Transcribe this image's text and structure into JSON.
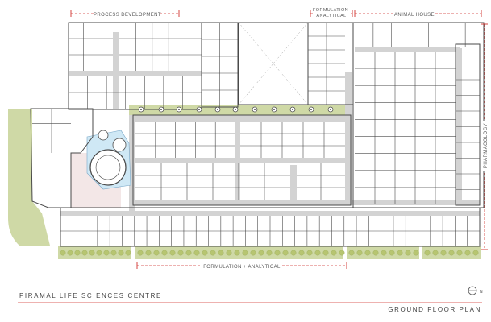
{
  "zones": {
    "process_development": "PROCESS DEVELOPMENT",
    "formulation_analytical_top": "FORMULATION ANALYTICAL",
    "animal_house": "ANIMAL HOUSE",
    "pharmacology": "PHARMACOLOGY",
    "formulation_analytical_bottom": "FORMULATION + ANALYTICAL"
  },
  "title_block": {
    "project": "PIRAMAL LIFE SCIENCES CENTRE",
    "drawing": "GROUND FLOOR PLAN",
    "north_mark": "N"
  },
  "colors": {
    "dimension_red": "#d0312d",
    "corridor_gray": "#d3d3d3",
    "landscape_green": "#cfd9a6",
    "tree_green": "#b7c571",
    "wall": "#4a4a4a",
    "courtyard_blue": "#cfe8f5"
  }
}
